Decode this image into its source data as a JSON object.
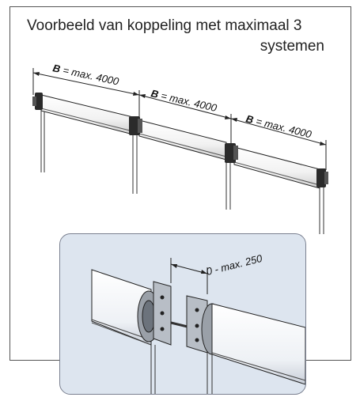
{
  "title": {
    "line1": "Voorbeeld van koppeling met maximaal 3",
    "line2": "systemen"
  },
  "dimensions": [
    {
      "symbol": "B",
      "text": " = max. 4000"
    },
    {
      "symbol": "B",
      "text": " = max. 4000"
    },
    {
      "symbol": "B",
      "text": " = max. 4000"
    }
  ],
  "detail": {
    "gap_label": "0 - max. 250"
  },
  "colors": {
    "detail_background": "#dde5ef",
    "line": "#222222"
  }
}
